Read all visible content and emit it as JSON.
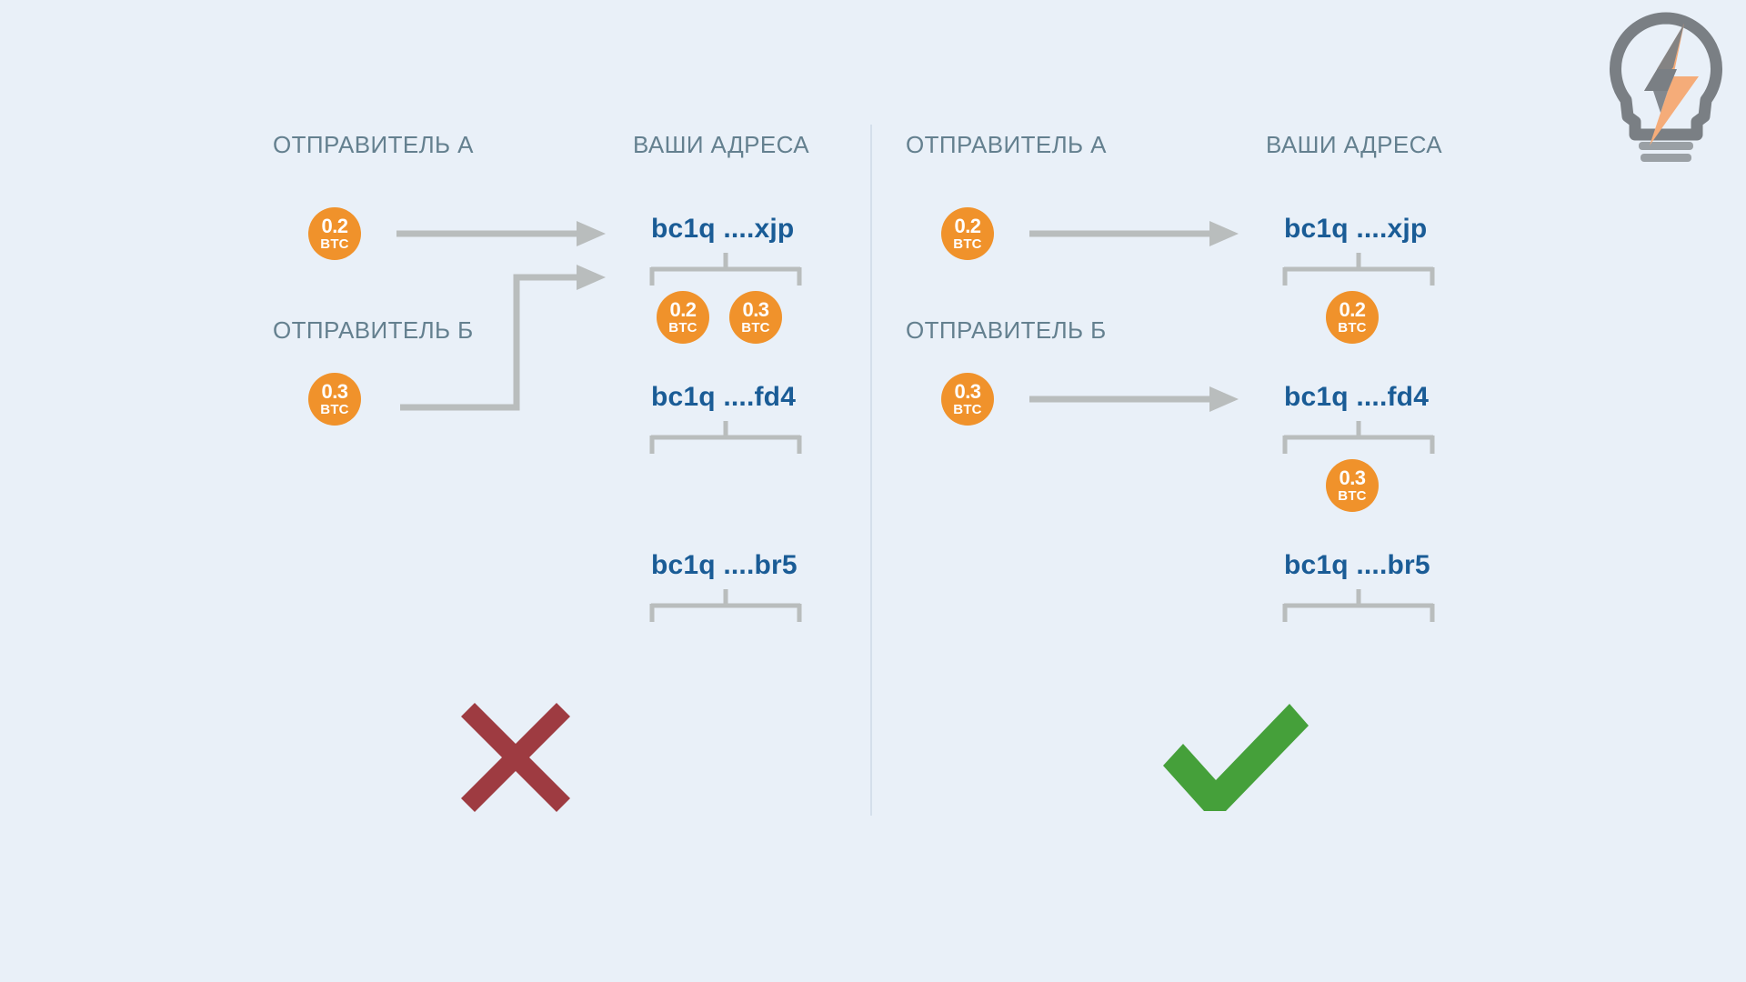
{
  "background_color": "#e9f0f8",
  "divider_color": "#d4dfeb",
  "colors": {
    "coin": "#f0922b",
    "address": "#1a5c96",
    "label": "#64808f",
    "line": "#b9bdbd",
    "cross": "#9e3b41",
    "check": "#45a03a",
    "bulb_gray": "#7a7f84",
    "bolt_orange": "#f5ac79"
  },
  "logo": {
    "name": "lightbulb-lightning-logo",
    "bulb_color": "#7a7f84",
    "bolt_color": "#f5ac79"
  },
  "left_panel": {
    "verdict": "cross",
    "headers": {
      "senders": "ОТПРАВИТЕЛЬ А",
      "addresses": "ВАШИ АДРЕСА"
    },
    "sender_b_label": "ОТПРАВИТЕЛЬ Б",
    "senders": [
      {
        "id": "sender-a",
        "amount": "0.2",
        "currency": "BTC"
      },
      {
        "id": "sender-b",
        "amount": "0.3",
        "currency": "BTC"
      }
    ],
    "addresses": [
      {
        "id": "addr-xjp",
        "text": "bc1q ....xjp",
        "coins": [
          {
            "amount": "0.2",
            "currency": "BTC"
          },
          {
            "amount": "0.3",
            "currency": "BTC"
          }
        ]
      },
      {
        "id": "addr-fd4",
        "text": "bc1q ....fd4",
        "coins": []
      },
      {
        "id": "addr-br5",
        "text": "bc1q ....br5",
        "coins": []
      }
    ]
  },
  "right_panel": {
    "verdict": "check",
    "headers": {
      "senders": "ОТПРАВИТЕЛЬ А",
      "addresses": "ВАШИ АДРЕСА"
    },
    "sender_b_label": "ОТПРАВИТЕЛЬ Б",
    "senders": [
      {
        "id": "sender-a",
        "amount": "0.2",
        "currency": "BTC"
      },
      {
        "id": "sender-b",
        "amount": "0.3",
        "currency": "BTC"
      }
    ],
    "addresses": [
      {
        "id": "addr-xjp",
        "text": "bc1q ....xjp",
        "coins": [
          {
            "amount": "0.2",
            "currency": "BTC"
          }
        ]
      },
      {
        "id": "addr-fd4",
        "text": "bc1q ....fd4",
        "coins": [
          {
            "amount": "0.3",
            "currency": "BTC"
          }
        ]
      },
      {
        "id": "addr-br5",
        "text": "bc1q ....br5",
        "coins": []
      }
    ]
  }
}
